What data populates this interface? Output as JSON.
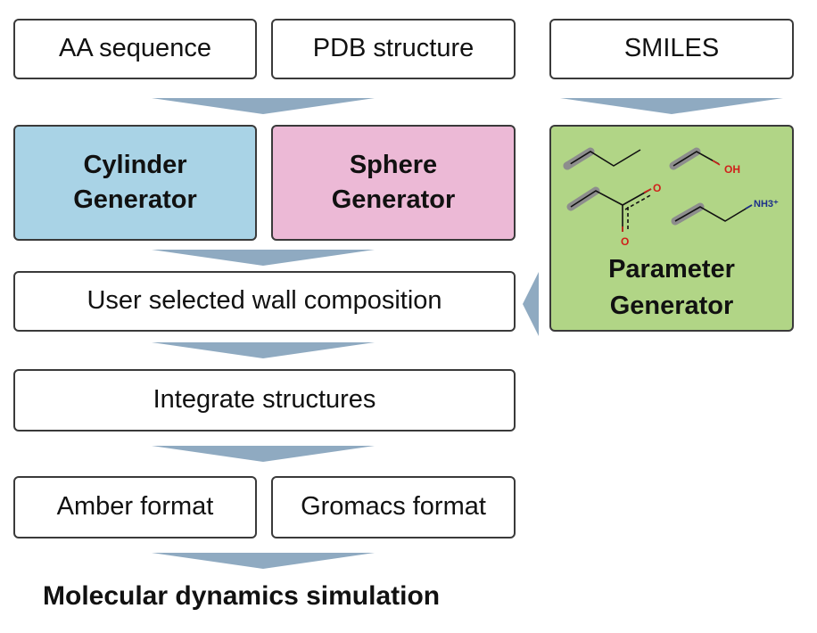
{
  "inputs": {
    "aa_sequence": "AA sequence",
    "pdb_structure": "PDB structure",
    "smiles": "SMILES"
  },
  "generators": {
    "cylinder": "Cylinder\nGenerator",
    "sphere": "Sphere\nGenerator",
    "parameter": "Parameter\nGenerator"
  },
  "molecules": {
    "hydroxyl": "OH",
    "carbonyl_o1": "O",
    "carbonyl_o2": "O",
    "ammonium": "NH3⁺"
  },
  "steps": {
    "wall_composition": "User selected wall composition",
    "integrate": "Integrate structures"
  },
  "outputs": {
    "amber": "Amber format",
    "gromacs": "Gromacs format"
  },
  "final": "Molecular dynamics simulation",
  "colors": {
    "arrow": "#8faac1",
    "cylinder_fill": "#a9d3e6",
    "sphere_fill": "#ecb9d6",
    "parameter_fill": "#b1d586",
    "oxygen": "#d0201a",
    "nitrogen": "#1c2f8a"
  }
}
